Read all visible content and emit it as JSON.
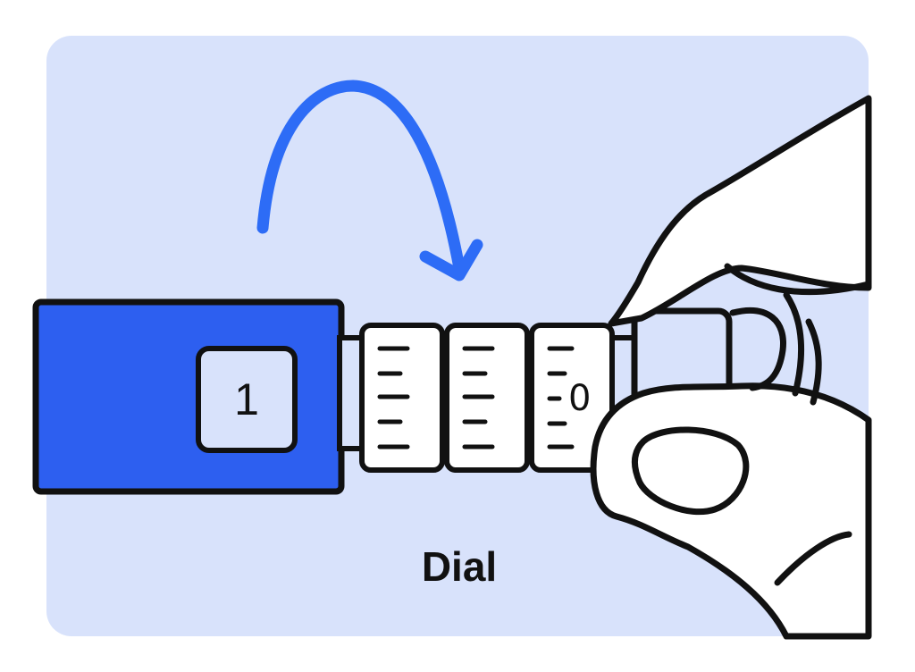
{
  "colors": {
    "background_panel": "#d8e2fb",
    "pen_body": "#2d5ff0",
    "arrow": "#2d6cf6",
    "outline": "#111111",
    "hand_fill": "#ffffff"
  },
  "icons": {
    "rotation_arrow": "curved-arrow-icon"
  },
  "pen": {
    "window_value": "1",
    "dial_value": "0"
  },
  "caption": "Dial"
}
